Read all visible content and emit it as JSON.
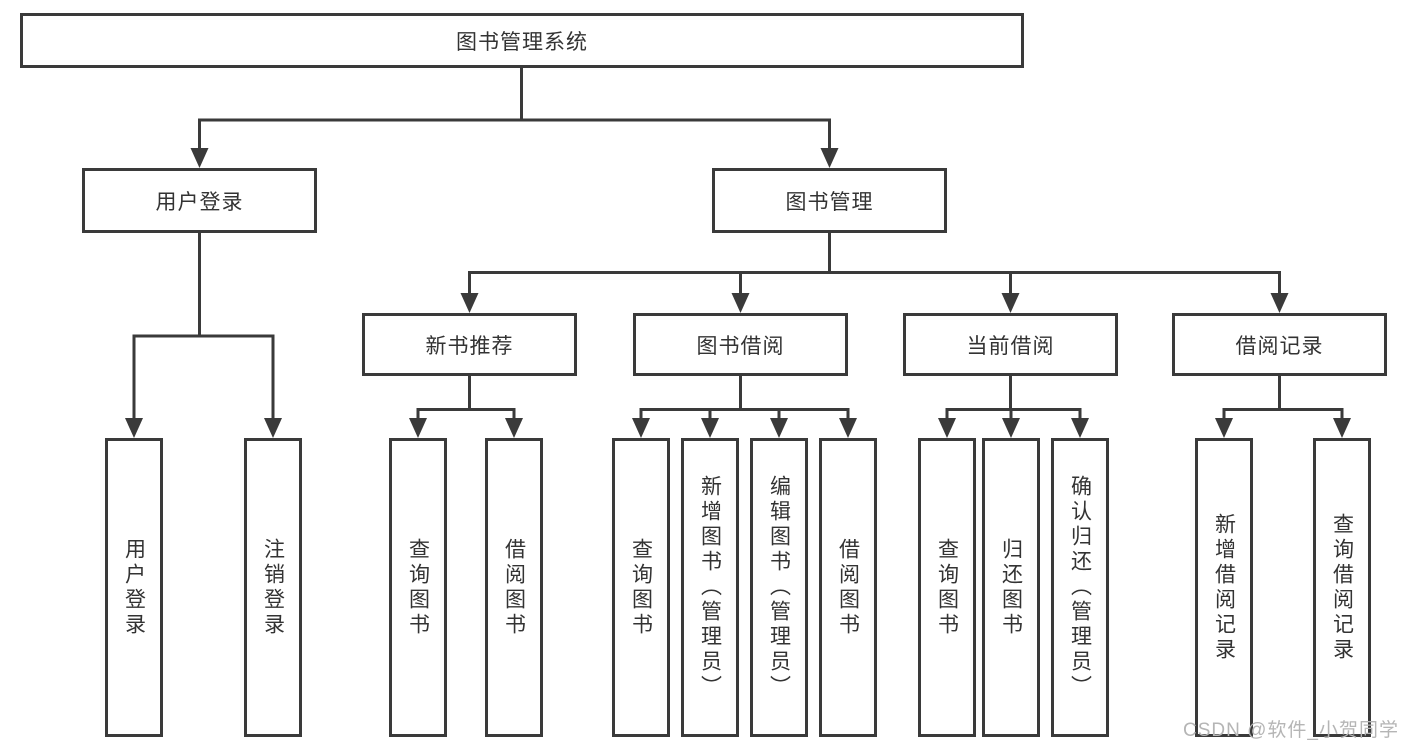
{
  "tree": {
    "label": "图书管理系统",
    "children": [
      {
        "label": "用户登录",
        "children": [
          {
            "label": "用户登录"
          },
          {
            "label": "注销登录"
          }
        ]
      },
      {
        "label": "图书管理",
        "children": [
          {
            "label": "新书推荐",
            "children": [
              {
                "label": "查询图书"
              },
              {
                "label": "借阅图书"
              }
            ]
          },
          {
            "label": "图书借阅",
            "children": [
              {
                "label": "查询图书"
              },
              {
                "label": "新增图书（管理员）"
              },
              {
                "label": "编辑图书（管理员）"
              },
              {
                "label": "借阅图书"
              }
            ]
          },
          {
            "label": "当前借阅",
            "children": [
              {
                "label": "查询图书"
              },
              {
                "label": "归还图书"
              },
              {
                "label": "确认归还（管理员）"
              }
            ]
          },
          {
            "label": "借阅记录",
            "children": [
              {
                "label": "新增借阅记录"
              },
              {
                "label": "查询借阅记录"
              }
            ]
          }
        ]
      }
    ]
  },
  "watermark": {
    "text": "CSDN @软件_小贺同学"
  },
  "colors": {
    "line": "#3a3a3a",
    "text": "#333333",
    "background": "#ffffff",
    "watermark": "#b5b5b5"
  }
}
